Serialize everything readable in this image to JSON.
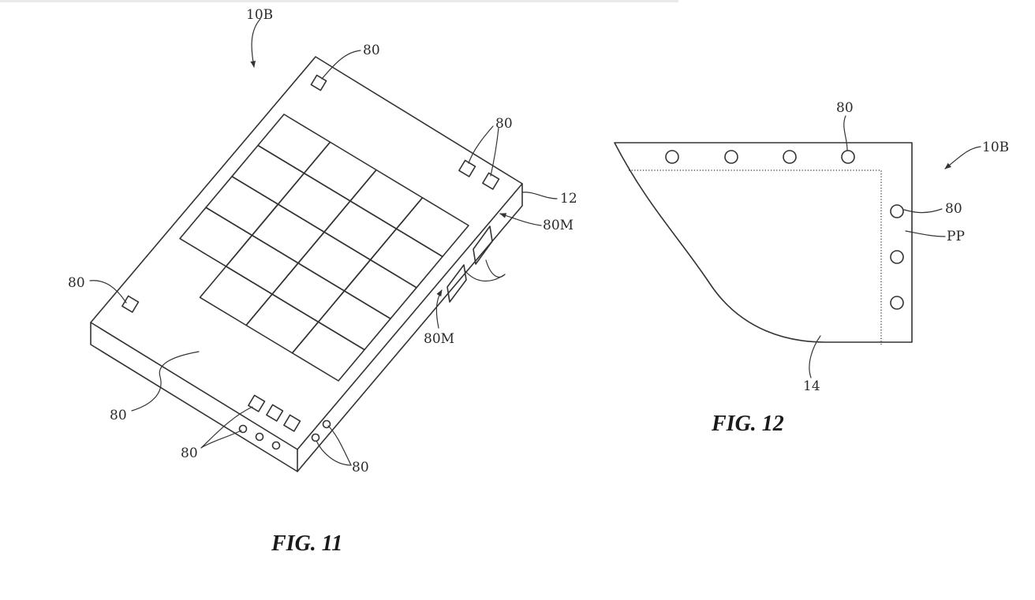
{
  "figure_11": {
    "caption": "FIG. 11",
    "ref_device": "10B",
    "ref_housing": "12",
    "ref_sensor": "80",
    "ref_module": "80M"
  },
  "figure_12": {
    "caption": "FIG. 12",
    "ref_device": "10B",
    "ref_sensor": "80",
    "ref_display": "14",
    "ref_border": "PP"
  }
}
